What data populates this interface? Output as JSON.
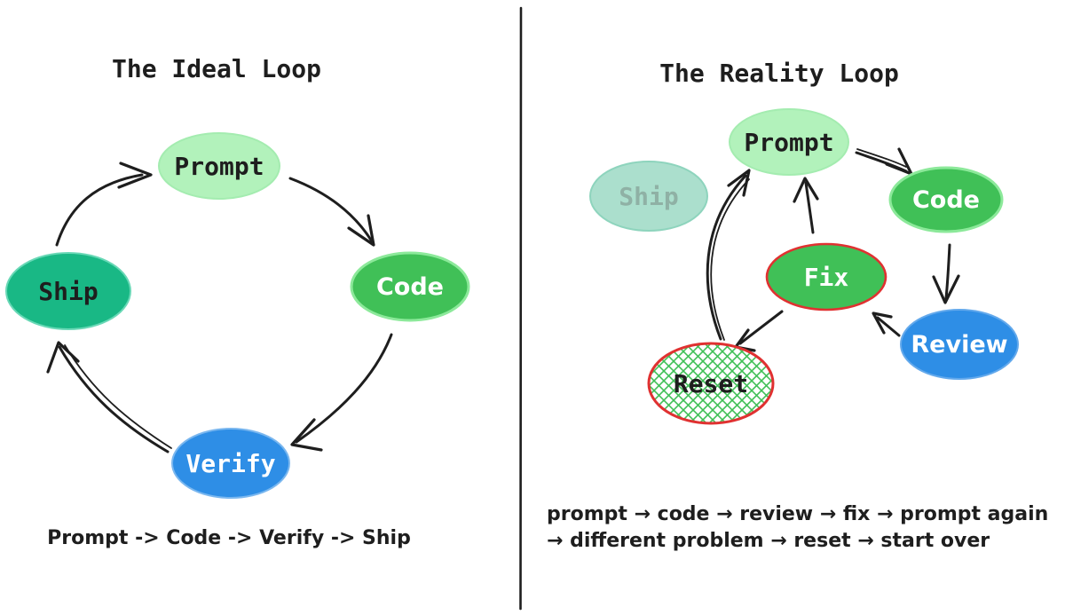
{
  "ink": "#1e1e1e",
  "left": {
    "title": "The Ideal Loop",
    "caption": "Prompt -> Code -> Verify -> Ship",
    "nodes": {
      "prompt": {
        "label": "Prompt",
        "fill": "#b2f2bb",
        "stroke": "#a4ecb0",
        "text_color": "#1e1e1e"
      },
      "code": {
        "label": "Code",
        "fill": "#40c057",
        "stroke": "#8ce99a",
        "text_color": "#ffffff"
      },
      "verify": {
        "label": "Verify",
        "fill": "#2e8ee6",
        "stroke": "#7ab7ef",
        "text_color": "#ffffff"
      },
      "ship": {
        "label": "Ship",
        "fill": "#19b885",
        "stroke": "#69d8b6",
        "text_color": "#1e1e1e"
      }
    },
    "edges": [
      {
        "from": "Ship",
        "to": "Prompt"
      },
      {
        "from": "Prompt",
        "to": "Code"
      },
      {
        "from": "Code",
        "to": "Verify"
      },
      {
        "from": "Verify",
        "to": "Ship"
      }
    ]
  },
  "right": {
    "title": "The Reality Loop",
    "caption_line1": "prompt → code → review → fix → prompt again",
    "caption_line2": "→ different problem → reset → start over",
    "nodes": {
      "ship": {
        "label": "Ship",
        "fill": "#abdfcd",
        "stroke": "#8ed4bd",
        "text_color": "#8fb1a5"
      },
      "prompt": {
        "label": "Prompt",
        "fill": "#b2f2bb",
        "stroke": "#a4ecb0",
        "text_color": "#1e1e1e"
      },
      "code": {
        "label": "Code",
        "fill": "#40c057",
        "stroke": "#8ce99a",
        "text_color": "#ffffff"
      },
      "fix": {
        "label": "Fix",
        "fill": "#40c057",
        "stroke": "#e03131",
        "text_color": "#ffffff"
      },
      "review": {
        "label": "Review",
        "fill": "#2e8ee6",
        "stroke": "#63a9ec",
        "text_color": "#ffffff"
      },
      "reset": {
        "label": "Reset",
        "fill": "green-crosshatch",
        "hatch_color": "#40c057",
        "stroke": "#e03131",
        "text_color": "#1e1e1e"
      }
    },
    "edges": [
      {
        "from": "Prompt",
        "to": "Code"
      },
      {
        "from": "Code",
        "to": "Review"
      },
      {
        "from": "Review",
        "to": "Fix"
      },
      {
        "from": "Fix",
        "to": "Prompt"
      },
      {
        "from": "Fix",
        "to": "Reset"
      },
      {
        "from": "Reset",
        "to": "Prompt"
      }
    ]
  }
}
